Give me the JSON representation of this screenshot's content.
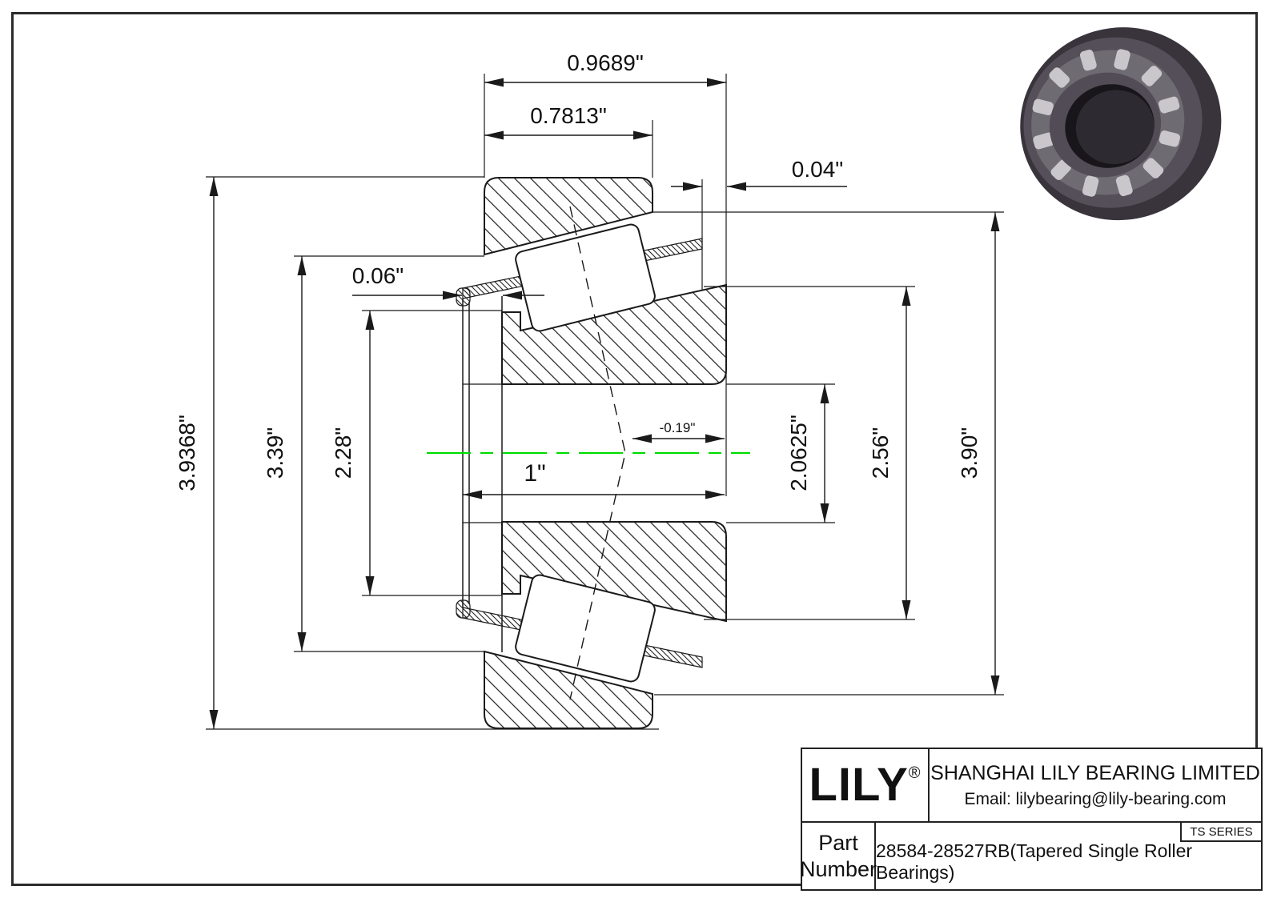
{
  "dims": {
    "overall_width": "0.9689\"",
    "cup_width": "0.7813\"",
    "cage_standout_back": "0.04\"",
    "cage_standout_front": "0.06\"",
    "flange_diameter": "3.9368\"",
    "outer_ring_face_diameter": "3.39\"",
    "rib_diameter": "2.28\"",
    "cone_width": "1\"",
    "effective_center": "-0.19\"",
    "bore_diameter": "2.0625\"",
    "inner_race_diameter": "2.56\"",
    "cup_outer_diameter": "3.90\""
  },
  "title_block": {
    "brand": "LILY",
    "registered_mark": "®",
    "company": "SHANGHAI LILY BEARING LIMITED",
    "email": "Email: lilybearing@lily-bearing.com",
    "series": "TS SERIES",
    "part_label_line1": "Part",
    "part_label_line2": "Number",
    "part_number": "28584-28527RB(Tapered Single Roller Bearings)"
  },
  "colors": {
    "centerline": "#00DD00",
    "line": "#1A1A1A"
  }
}
